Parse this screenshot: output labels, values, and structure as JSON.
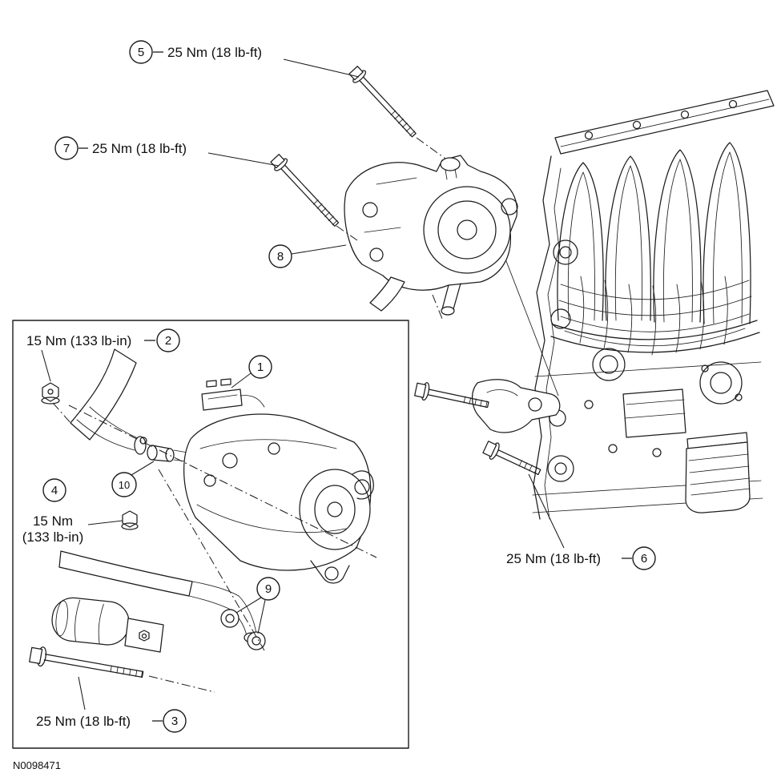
{
  "figure_id": "N0098471",
  "callouts": {
    "c1": {
      "num": "1"
    },
    "c2": {
      "num": "2",
      "label": "15 Nm (133 lb-in)"
    },
    "c3": {
      "num": "3",
      "label": "25 Nm (18 lb-ft)"
    },
    "c4": {
      "num": "4",
      "label_line1": "15 Nm",
      "label_line2": "(133 lb-in)"
    },
    "c5": {
      "num": "5",
      "label": "25 Nm (18 lb-ft)"
    },
    "c6": {
      "num": "6",
      "label": "25 Nm (18 lb-ft)"
    },
    "c7": {
      "num": "7",
      "label": "25 Nm (18 lb-ft)"
    },
    "c8": {
      "num": "8"
    },
    "c9": {
      "num": "9"
    },
    "c10": {
      "num": "10"
    }
  }
}
